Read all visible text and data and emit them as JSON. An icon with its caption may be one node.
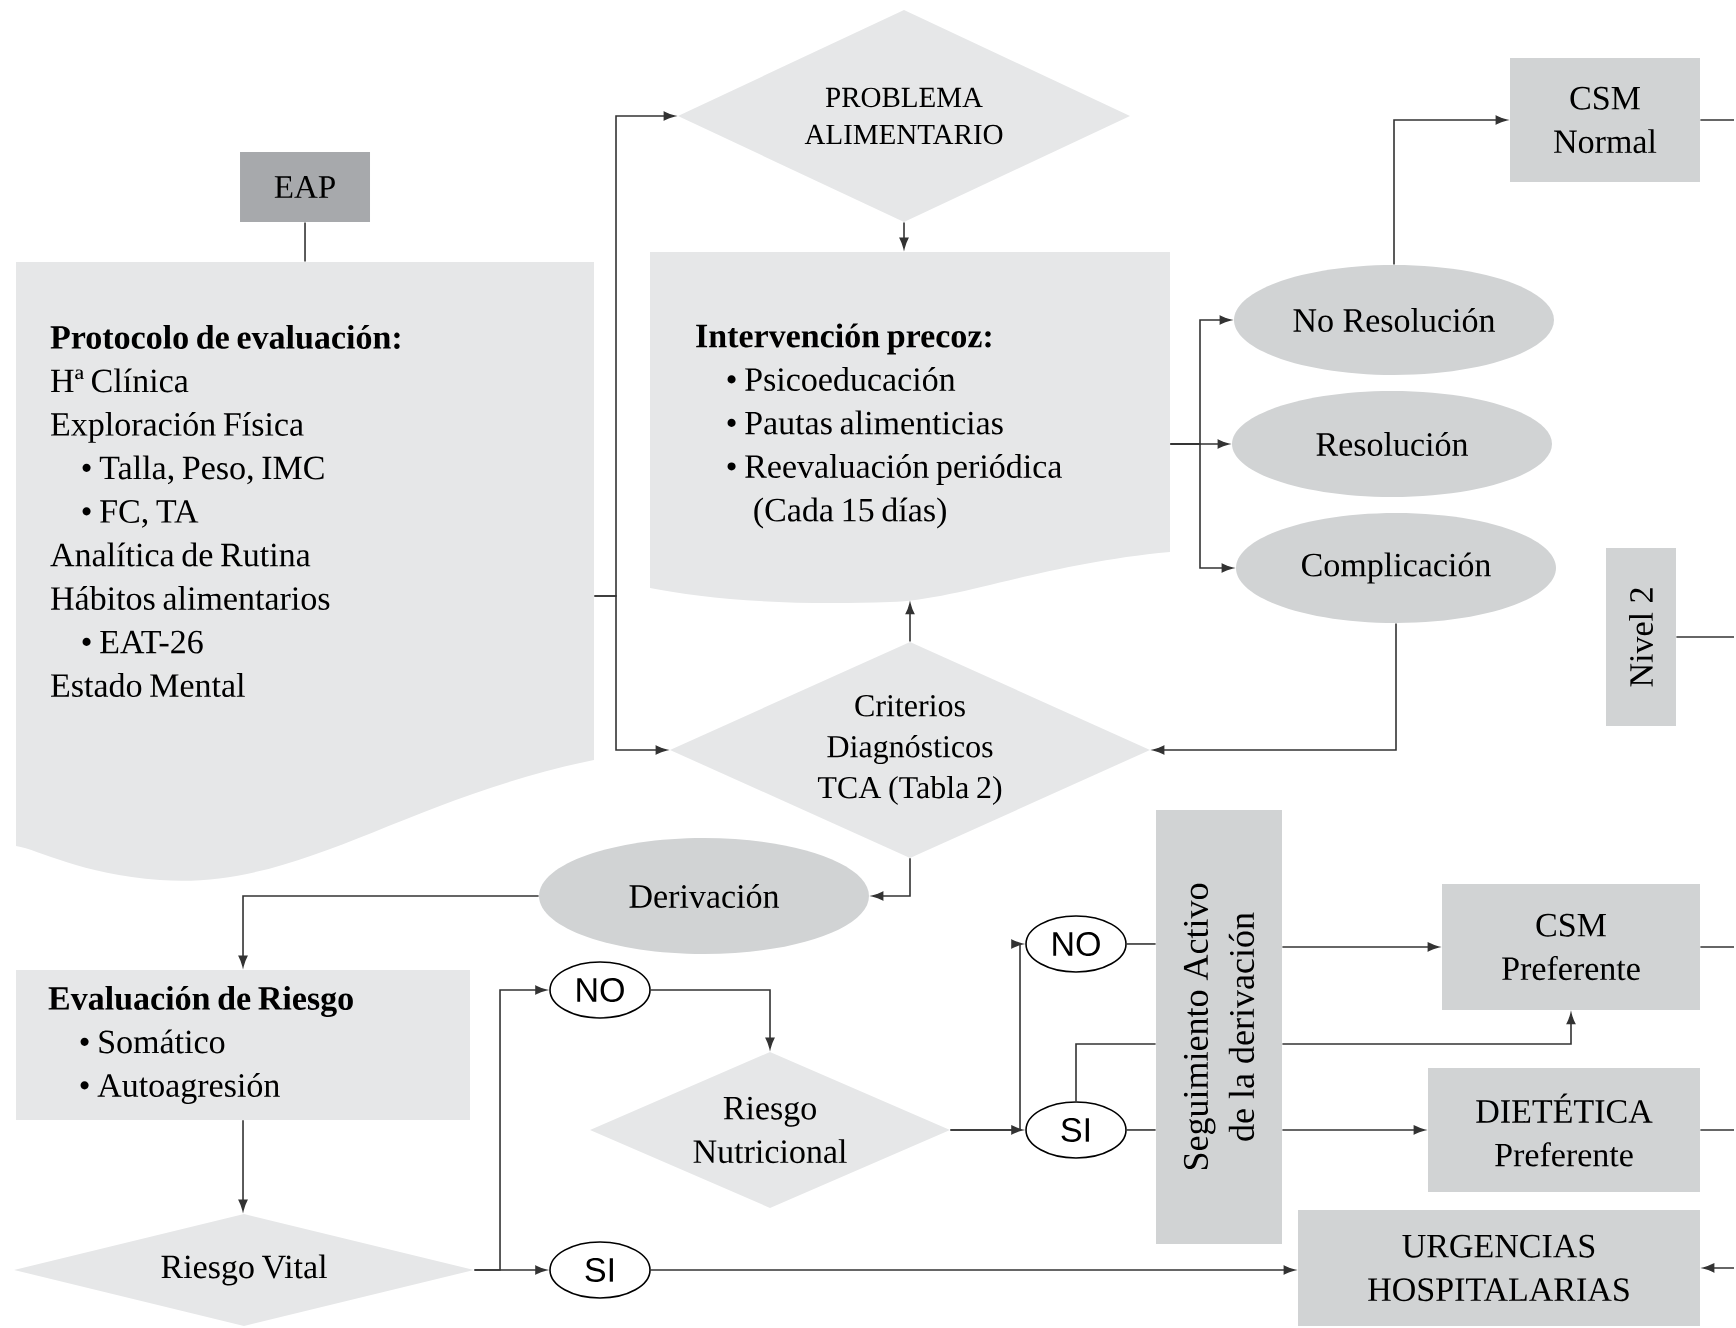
{
  "diagram": {
    "nodes": [
      {
        "text": [
          "EAP"
        ]
      },
      {
        "text": [
          "Protocolo de evaluación:",
          "Hª Clínica",
          "Exploración Física",
          "• Talla, Peso, IMC",
          "• FC, TA",
          "Analítica de Rutina",
          "Hábitos alimentarios",
          "• EAT-26",
          "Estado Mental"
        ]
      },
      {
        "text": [
          "PROBLEMA ALIMENTARIO"
        ]
      },
      {
        "text": [
          "Intervención precoz:",
          "• Psicoeducación",
          "• Pautas alimenticias",
          "• Reevaluación periódica (Cada 15 días)"
        ]
      },
      {
        "text": [
          "Criterios Diagnósticos TCA (Tabla 2)"
        ]
      },
      {
        "text": [
          "No Resolución"
        ]
      },
      {
        "text": [
          "Resolución"
        ]
      },
      {
        "text": [
          "Complicación"
        ]
      },
      {
        "text": [
          "CSM Normal"
        ]
      },
      {
        "text": [
          "Nivel 2"
        ]
      },
      {
        "text": [
          "Derivación"
        ]
      },
      {
        "text": [
          "Evaluación de Riesgo",
          "• Somático",
          "• Autoagresión"
        ]
      },
      {
        "text": [
          "Riesgo Vital"
        ]
      },
      {
        "text": [
          "NO"
        ]
      },
      {
        "text": [
          "Riesgo Nutricional"
        ]
      },
      {
        "text": [
          "SI"
        ]
      },
      {
        "text": [
          "NO"
        ]
      },
      {
        "text": [
          "SI"
        ]
      },
      {
        "text": [
          "Seguimiento Activo de la derivación"
        ]
      },
      {
        "text": [
          "CSM Preferente"
        ]
      },
      {
        "text": [
          "DIETÉTICA Preferente"
        ]
      },
      {
        "text": [
          "URGENCIAS HOSPITALARIAS"
        ]
      }
    ],
    "edges": [
      {
        "from": 0,
        "to": 1,
        "arrow": "none"
      },
      {
        "from": 1,
        "to": 2,
        "arrow": "to"
      },
      {
        "from": 1,
        "to": 4,
        "arrow": "to"
      },
      {
        "from": 2,
        "to": 3,
        "arrow": "to"
      },
      {
        "from": 4,
        "to": 3,
        "arrow": "to"
      },
      {
        "from": 3,
        "to": 5,
        "arrow": "to"
      },
      {
        "from": 3,
        "to": 6,
        "arrow": "to"
      },
      {
        "from": 3,
        "to": 7,
        "arrow": "to"
      },
      {
        "from": 5,
        "to": 8,
        "arrow": "to"
      },
      {
        "from": 7,
        "to": 4,
        "arrow": "to"
      },
      {
        "from": 4,
        "to": 10,
        "arrow": "to"
      },
      {
        "from": 10,
        "to": 11,
        "arrow": "to"
      },
      {
        "from": 11,
        "to": 12,
        "arrow": "to"
      },
      {
        "from": 12,
        "to": 13,
        "arrow": "to"
      },
      {
        "from": 12,
        "to": 15,
        "arrow": "to"
      },
      {
        "from": 13,
        "to": 14,
        "arrow": "to"
      },
      {
        "from": 14,
        "to": 16,
        "arrow": "to"
      },
      {
        "from": 14,
        "to": 17,
        "arrow": "to"
      },
      {
        "from": 16,
        "to": 18,
        "arrow": "none"
      },
      {
        "from": 18,
        "to": 19,
        "arrow": "to"
      },
      {
        "from": 17,
        "to": 18,
        "arrow": "none"
      },
      {
        "from": 18,
        "to": 20,
        "arrow": "to"
      },
      {
        "from": 17,
        "to": 18,
        "arrow": "none"
      },
      {
        "from": 18,
        "to": 19,
        "arrow": "to"
      },
      {
        "from": 15,
        "to": 21,
        "arrow": "to"
      },
      {
        "from": 8,
        "to": null,
        "arrow": "none"
      },
      {
        "from": 9,
        "to": null,
        "arrow": "none"
      },
      {
        "from": 19,
        "to": null,
        "arrow": "none"
      },
      {
        "from": 20,
        "to": null,
        "arrow": "none"
      },
      {
        "from": null,
        "to": 21,
        "arrow": "to"
      }
    ]
  }
}
